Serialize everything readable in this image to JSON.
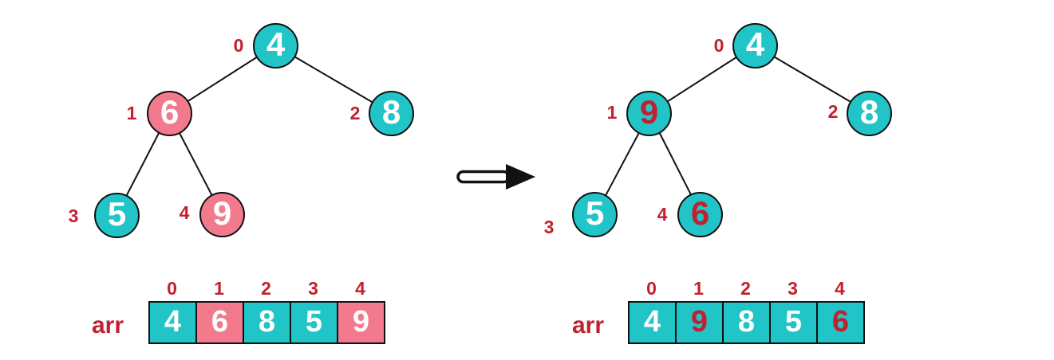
{
  "palette": {
    "teal": "#21C5C8",
    "pink": "#F27A8C",
    "crimson": "#C2202F",
    "outline": "#111111",
    "node_text_white": "#FFFFFF"
  },
  "arrow": {
    "icon": "right-arrow",
    "meaning": "transforms-into"
  },
  "before": {
    "tree": {
      "nodes": [
        {
          "index": "0",
          "value": "4"
        },
        {
          "index": "1",
          "value": "6"
        },
        {
          "index": "2",
          "value": "8"
        },
        {
          "index": "3",
          "value": "5"
        },
        {
          "index": "4",
          "value": "9"
        }
      ],
      "highlighted_indices": [
        1,
        4
      ],
      "highlight_style": "pink-fill"
    },
    "array": {
      "label": "arr",
      "indices": [
        "0",
        "1",
        "2",
        "3",
        "4"
      ],
      "values": [
        "4",
        "6",
        "8",
        "5",
        "9"
      ],
      "highlighted_indices": [
        1,
        4
      ],
      "highlight_style": "pink-fill"
    }
  },
  "after": {
    "tree": {
      "nodes": [
        {
          "index": "0",
          "value": "4"
        },
        {
          "index": "1",
          "value": "9"
        },
        {
          "index": "2",
          "value": "8"
        },
        {
          "index": "3",
          "value": "5"
        },
        {
          "index": "4",
          "value": "6"
        }
      ],
      "highlighted_indices": [
        1,
        4
      ],
      "highlight_style": "red-text"
    },
    "array": {
      "label": "arr",
      "indices": [
        "0",
        "1",
        "2",
        "3",
        "4"
      ],
      "values": [
        "4",
        "9",
        "8",
        "5",
        "6"
      ],
      "highlighted_indices": [
        1,
        4
      ],
      "highlight_style": "red-text"
    }
  }
}
